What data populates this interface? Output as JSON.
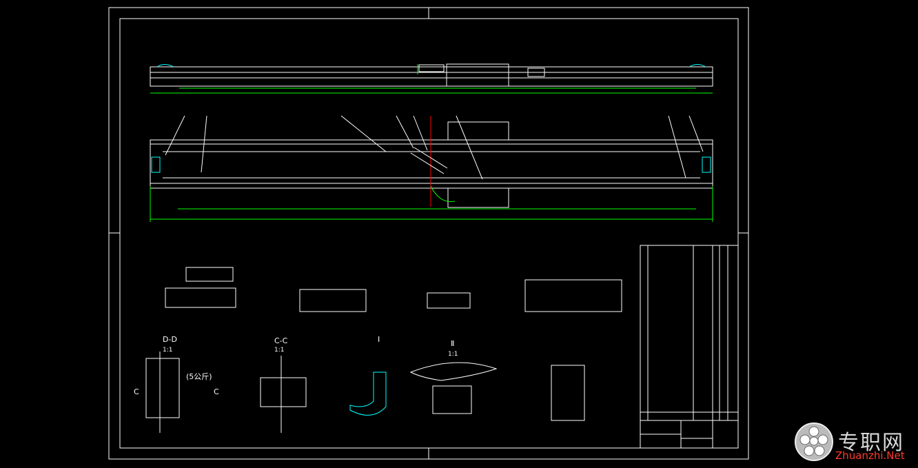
{
  "colors": {
    "background": "#000000",
    "outline": "#ffffff",
    "dimension": "#00ff00",
    "center_line": "#ff0000",
    "section": "#00ffff",
    "accent": "#ff00ff"
  },
  "detail_views": {
    "d_d": {
      "title": "D-D",
      "scale": "1:1"
    },
    "c_c": {
      "title": "C-C",
      "scale": "1:1",
      "cut_mark": "C"
    },
    "view_i": {
      "title": "Ⅰ"
    },
    "view_ii": {
      "title": "Ⅱ",
      "scale": "1:1"
    },
    "note": "(5公斤)"
  },
  "title_block": {
    "drawing_name": "",
    "company": ""
  },
  "watermark": {
    "cn": "专职网",
    "en": "Zhuanzhi.Net",
    "logo": "wireframe-ball-logo"
  }
}
